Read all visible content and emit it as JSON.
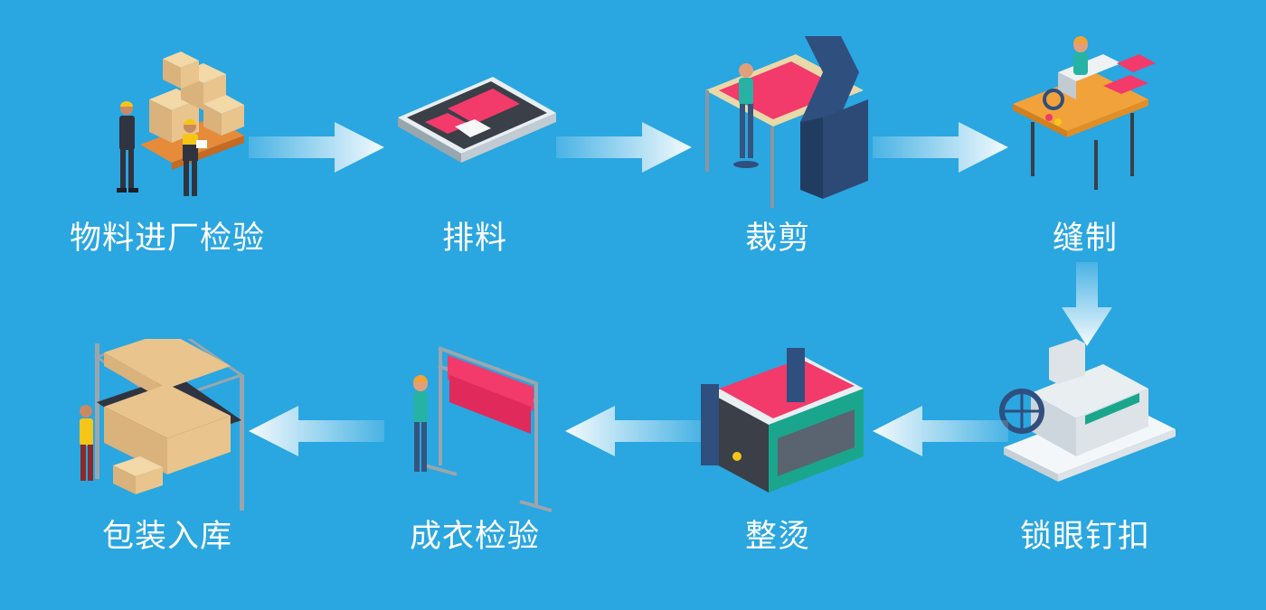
{
  "steps": [
    {
      "label": "物料进厂检验",
      "icon": "warehouse-workers-icon"
    },
    {
      "label": "排料",
      "icon": "fabric-layout-table-icon"
    },
    {
      "label": "裁剪",
      "icon": "cutting-machine-icon"
    },
    {
      "label": "缝制",
      "icon": "sewing-station-icon"
    },
    {
      "label": "锁眼钉扣",
      "icon": "buttonhole-machine-icon"
    },
    {
      "label": "整烫",
      "icon": "ironing-machine-icon"
    },
    {
      "label": "成衣检验",
      "icon": "garment-rack-inspection-icon"
    },
    {
      "label": "包装入库",
      "icon": "storage-shelf-icon"
    }
  ],
  "colors": {
    "background": "#2aa6e0",
    "accent_pink": "#f23a6b",
    "arrow": "#ffffff"
  }
}
